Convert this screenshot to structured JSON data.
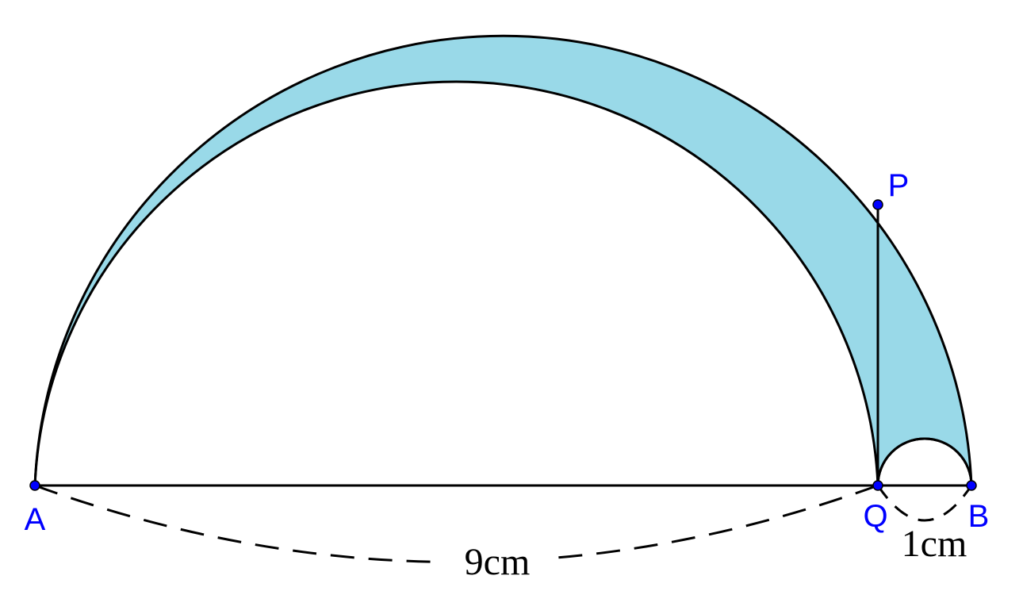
{
  "colors": {
    "shaded_region": "#99d9e8",
    "outline": "#000000",
    "point": "#0000ff",
    "point_label": "#0000ff",
    "background": "#ffffff"
  },
  "points": {
    "A": "A",
    "B": "B",
    "P": "P",
    "Q": "Q"
  },
  "lengths": {
    "AQ": "9cm",
    "QB": "1cm"
  }
}
